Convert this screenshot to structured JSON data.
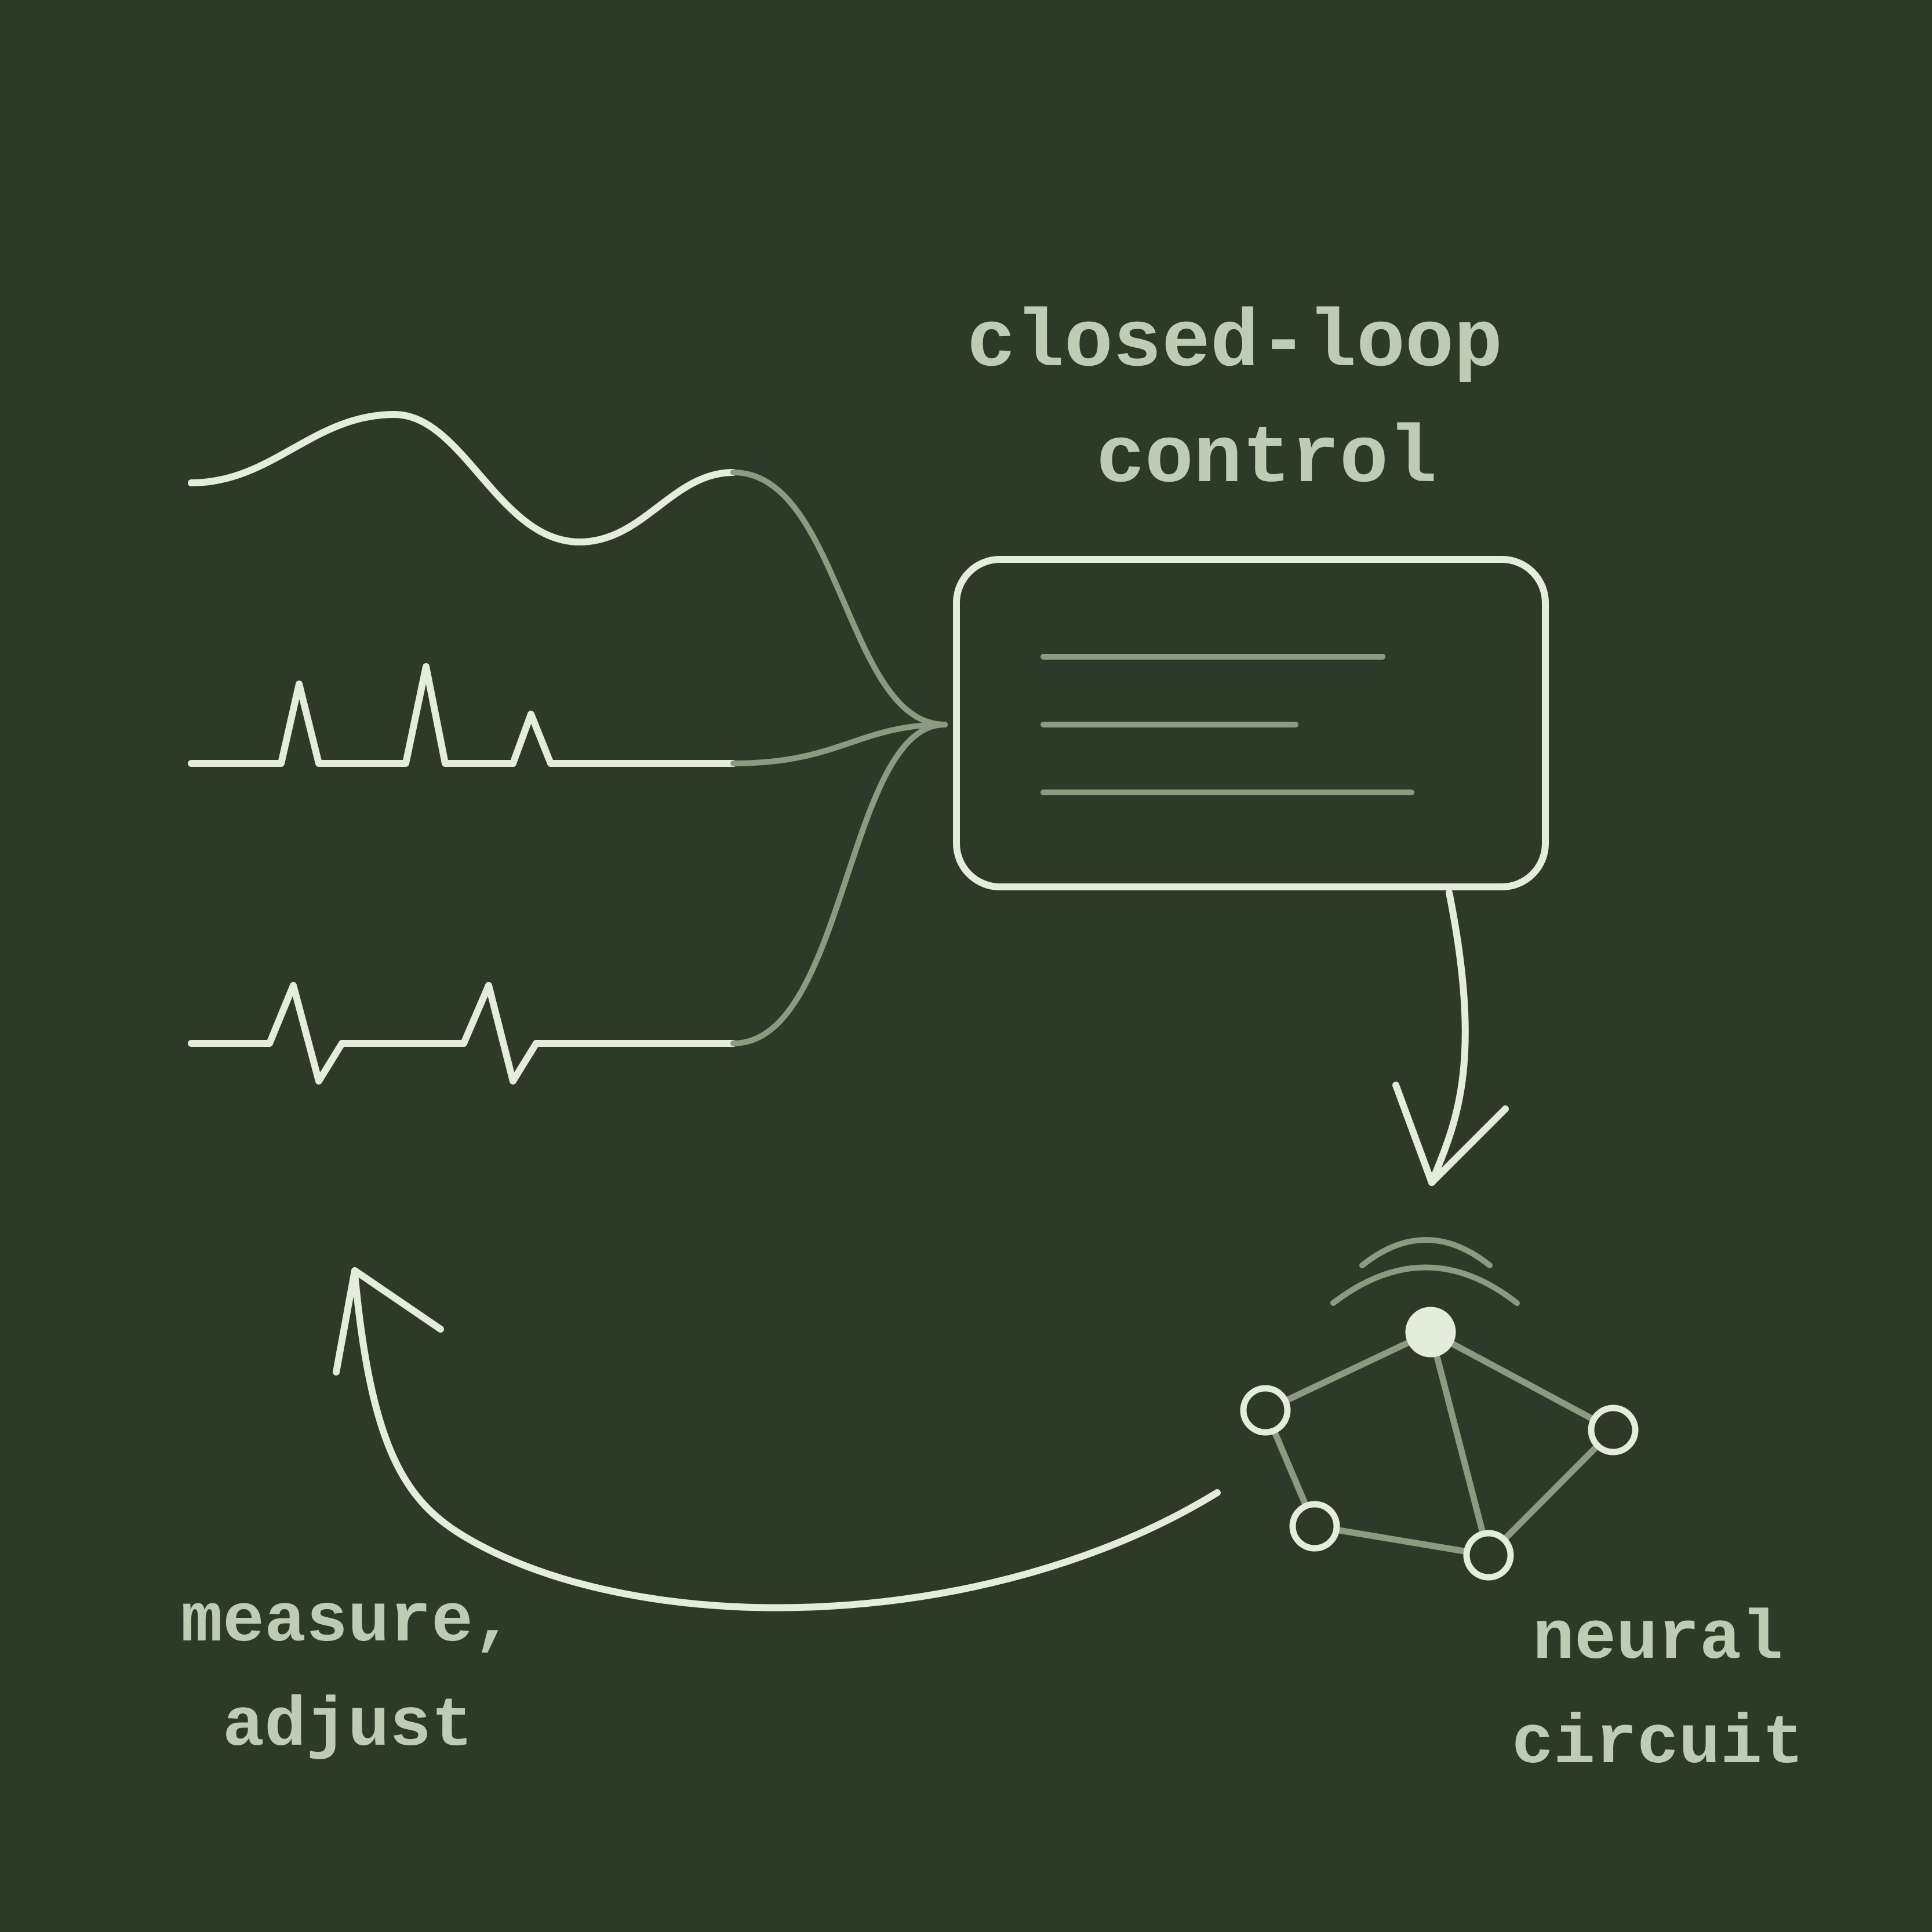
{
  "labels": {
    "title_line1": "closed-loop",
    "title_line2": "control",
    "left_line1": "measure,",
    "left_line2": "adjust",
    "right_line1": "neural",
    "right_line2": "circuit"
  },
  "colors": {
    "background": "#2d3a27",
    "stroke_bright": "#e4eddb",
    "stroke_dim": "#8c9a82",
    "label_text": "#bfcbb4"
  },
  "icons": {
    "signals": [
      "smooth-wave",
      "spike-train",
      "biphasic-spike-train"
    ],
    "controller": "controller-box",
    "stimulation": "stimulation-arcs",
    "network": "neural-network-graph"
  }
}
